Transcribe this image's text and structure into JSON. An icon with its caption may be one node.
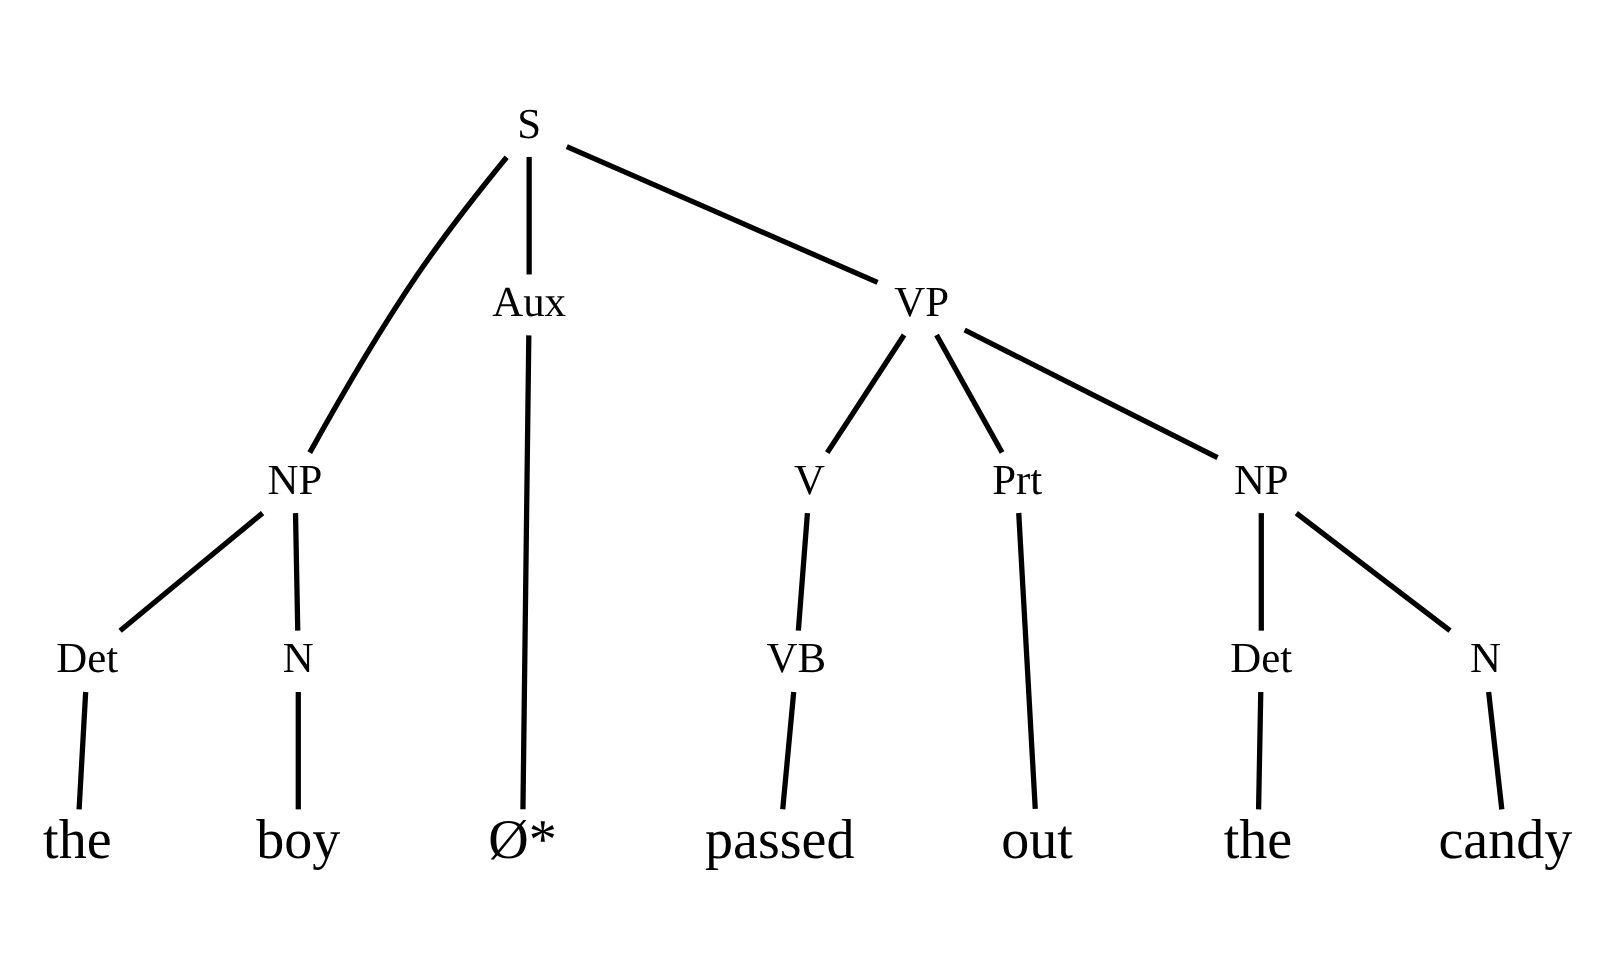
{
  "diagram": {
    "nodes": [
      {
        "text": [
          "S"
        ]
      },
      {
        "text": [
          "NP"
        ]
      },
      {
        "text": [
          "VP"
        ]
      },
      {
        "text": [
          "Det"
        ]
      },
      {
        "text": [
          "N"
        ]
      },
      {
        "text": [
          "Aux"
        ]
      },
      {
        "text": [
          "V"
        ]
      },
      {
        "text": [
          "NP"
        ]
      },
      {
        "text": [
          "VB"
        ]
      },
      {
        "text": [
          "Prt"
        ]
      },
      {
        "text": [
          "Det"
        ]
      },
      {
        "text": [
          "N"
        ]
      },
      {
        "text": [
          "the"
        ]
      },
      {
        "text": [
          "boy"
        ]
      },
      {
        "text": [
          "Ø*"
        ]
      },
      {
        "text": [
          "passed"
        ]
      },
      {
        "text": [
          "out"
        ]
      },
      {
        "text": [
          "the"
        ]
      },
      {
        "text": [
          "candy"
        ]
      }
    ],
    "edges": [
      {
        "from": 0,
        "to": 1,
        "arrow": "none"
      },
      {
        "from": 0,
        "to": 5,
        "arrow": "none"
      },
      {
        "from": 0,
        "to": 2,
        "arrow": "none"
      },
      {
        "from": 1,
        "to": 3,
        "arrow": "none"
      },
      {
        "from": 1,
        "to": 4,
        "arrow": "none"
      },
      {
        "from": 2,
        "to": 6,
        "arrow": "none"
      },
      {
        "from": 2,
        "to": 9,
        "arrow": "none"
      },
      {
        "from": 2,
        "to": 7,
        "arrow": "none"
      },
      {
        "from": 6,
        "to": 8,
        "arrow": "none"
      },
      {
        "from": 7,
        "to": 10,
        "arrow": "none"
      },
      {
        "from": 7,
        "to": 11,
        "arrow": "none"
      },
      {
        "from": 3,
        "to": 12,
        "arrow": "none"
      },
      {
        "from": 4,
        "to": 13,
        "arrow": "none"
      },
      {
        "from": 5,
        "to": 14,
        "arrow": "none"
      },
      {
        "from": 8,
        "to": 15,
        "arrow": "none"
      },
      {
        "from": 9,
        "to": 16,
        "arrow": "none"
      },
      {
        "from": 10,
        "to": 17,
        "arrow": "none"
      },
      {
        "from": 11,
        "to": 18,
        "arrow": "none"
      }
    ]
  }
}
